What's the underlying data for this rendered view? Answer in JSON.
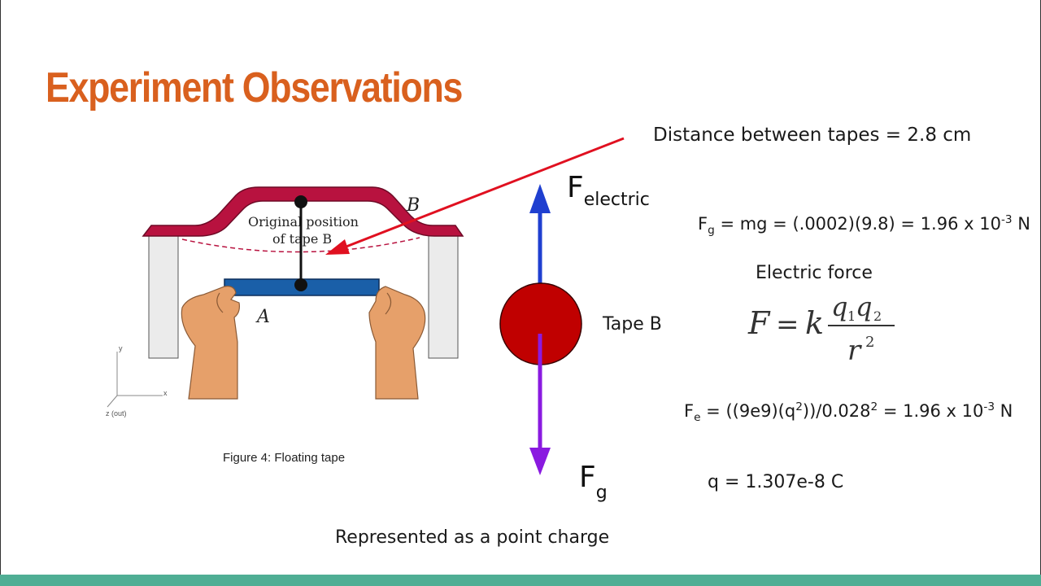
{
  "slide": {
    "title": "Experiment Observations",
    "distance_text": "Distance between tapes = 2.8 cm",
    "fg_equation": {
      "symbol": "F",
      "subscript": "g",
      "body": " = mg = (.0002)(9.8) = 1.96 x 10",
      "exponent": "-3",
      "unit": " N"
    },
    "electric_force_label": "Electric force",
    "formula": {
      "F": "F",
      "equals": "=",
      "k": "k",
      "numerator": "q",
      "n1": "1",
      "n2": "2",
      "denominator": "r",
      "den_exp": "2"
    },
    "fe_equation": {
      "symbol": "F",
      "subscript": "e",
      "part1": " = ((9e9)(q",
      "q_exp": "2",
      "part2": "))/0.028",
      "d_exp": "2",
      "part3": " = 1.96 x 10",
      "exponent": "-3",
      "unit": " N"
    },
    "q_result": "q = 1.307e-8 C",
    "tape_b_label": "Tape B",
    "f_electric": {
      "symbol": "F",
      "subscript": "electric"
    },
    "f_gravity": {
      "symbol": "F",
      "subscript": "g"
    },
    "point_charge_caption": "Represented as a point charge",
    "figure": {
      "caption": "Figure 4: Floating tape",
      "label_original": "Original position",
      "label_of_tape": "of tape B",
      "label_a": "A",
      "label_b": "B",
      "axis_y": "y",
      "axis_x": "x",
      "axis_z": "z (out)"
    },
    "colors": {
      "title": "#d9601e",
      "tape_b": "#b8123f",
      "tape_a": "#1a5fa8",
      "charge": "#c00000",
      "arrow_red": "#e01020",
      "force_up": "#1f3fd0",
      "force_down": "#8a1ae0",
      "bottom_bar": "#4fae94",
      "skin": "#e6a06a"
    }
  }
}
